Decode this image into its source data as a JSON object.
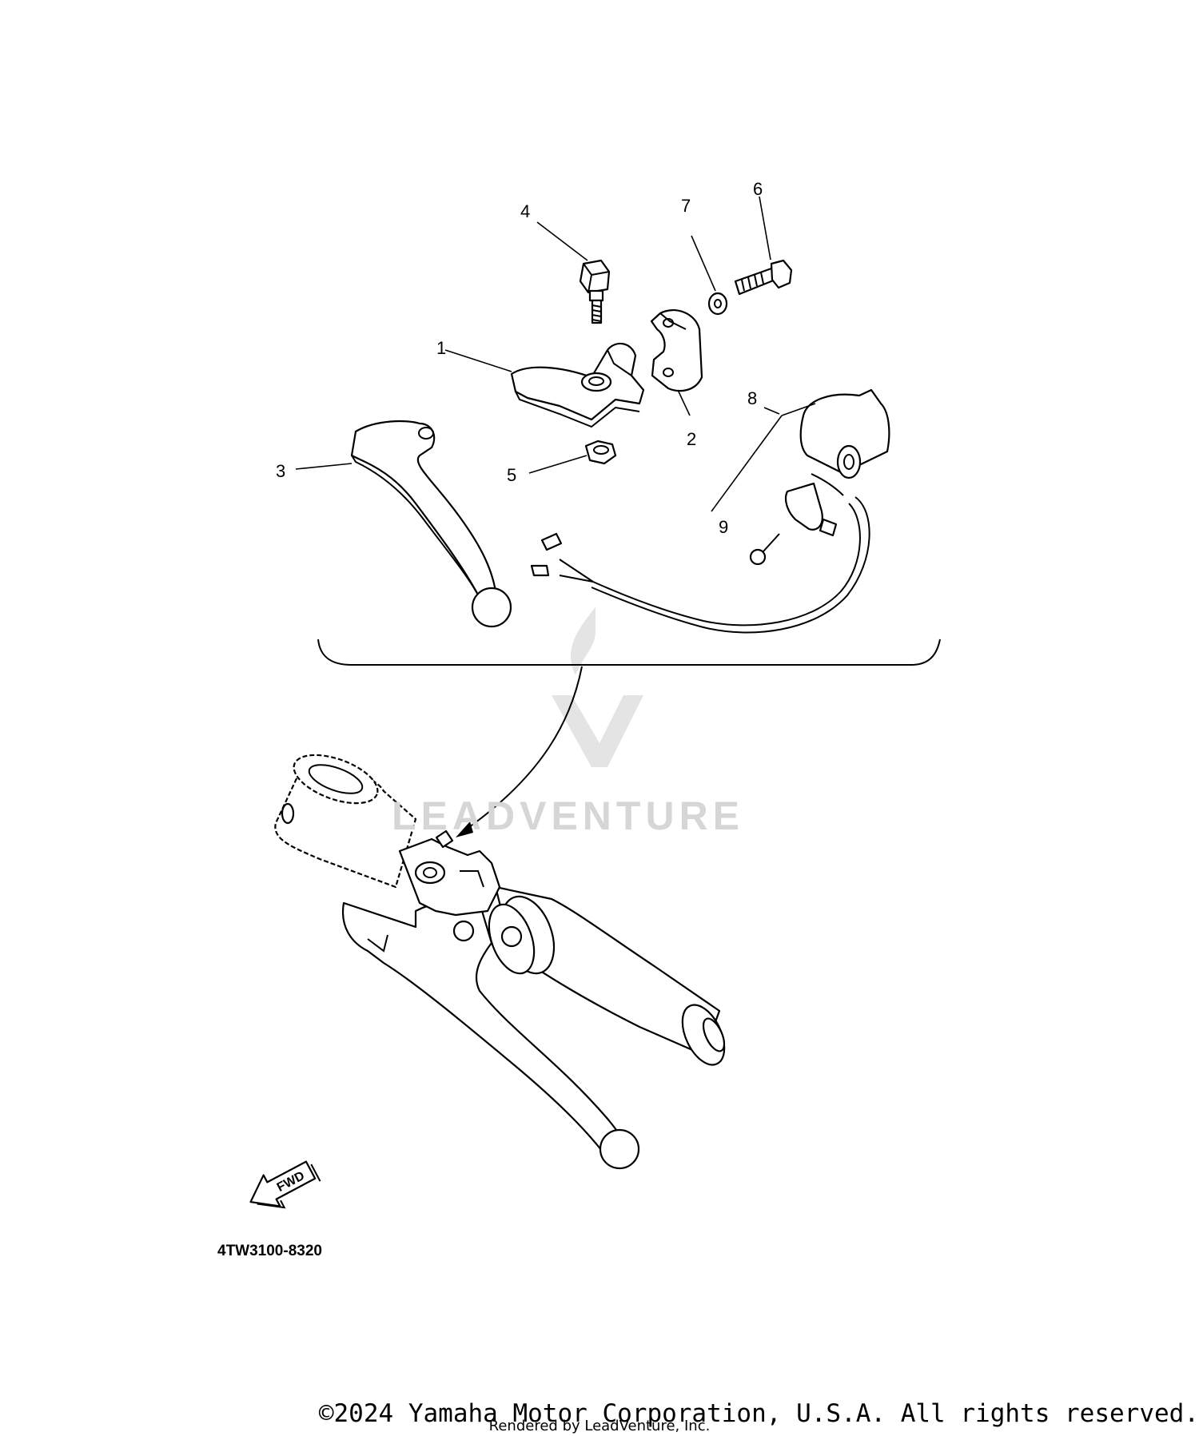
{
  "diagram": {
    "callouts": [
      "1",
      "2",
      "3",
      "4",
      "5",
      "6",
      "7",
      "8",
      "9"
    ],
    "fwd_label": "FWD",
    "diagram_code": "4TW3100-8320"
  },
  "watermark": {
    "text": "LEADVENTURE"
  },
  "footer": {
    "copyright": "©2024 Yamaha Motor Corporation, U.S.A. All rights reserved.",
    "rendered_by": "Rendered by LeadVenture, Inc."
  }
}
